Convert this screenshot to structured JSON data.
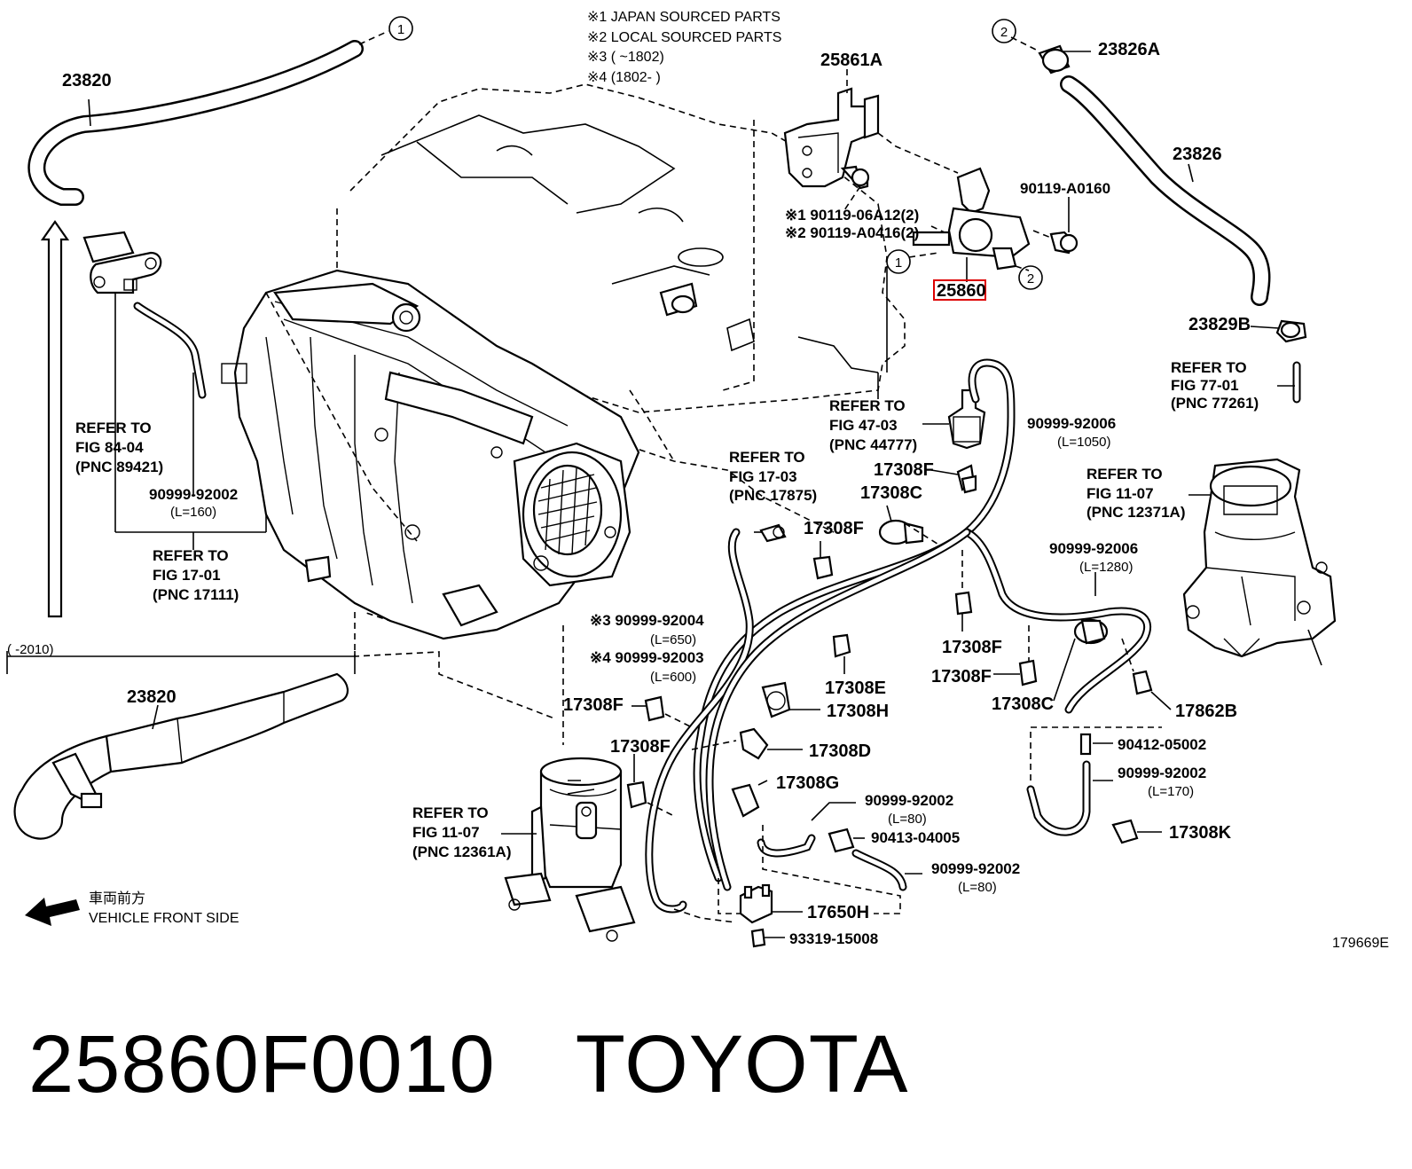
{
  "notes": {
    "n1": "※1 JAPAN SOURCED PARTS",
    "n2": "※2 LOCAL SOURCED PARTS",
    "n3": "※3 (      ~1802)",
    "n4": "※4 (1802-      )"
  },
  "callouts": [
    "1",
    "2",
    "1",
    "2"
  ],
  "labels": {
    "p23820_top": "23820",
    "p25861A": "25861A",
    "p23826A": "23826A",
    "p23826": "23826",
    "p90119_A0160": "90119-A0160",
    "p90119_06A12": "※1 90119-06A12(2)",
    "p90119_A0416": "※2 90119-A0416(2)",
    "p25860": "25860",
    "p23829B": "23829B",
    "ref77_a": "REFER TO",
    "ref77_b": "FIG 77-01",
    "ref77_c": "(PNC 77261)",
    "ref84_a": "REFER TO",
    "ref84_b": "FIG 84-04",
    "ref84_c": "(PNC 89421)",
    "p90999_92002_a": "90999-92002",
    "p90999_92002_a_len": "(L=160)",
    "ref1701_a": "REFER TO",
    "ref1701_b": "FIG 17-01",
    "ref1701_c": "(PNC 17111)",
    "ref4703_a": "REFER TO",
    "ref4703_b": "FIG 47-03",
    "ref4703_c": "(PNC 44777)",
    "p90999_92006_a": "90999-92006",
    "p90999_92006_a_len": "(L=1050)",
    "ref1703_a": "REFER TO",
    "ref1703_b": "FIG 17-03",
    "ref1703_c": "(PNC 17875)",
    "p17308F_1": "17308F",
    "p17308C_1": "17308C",
    "p17308F_2": "17308F",
    "ref1107r_a": "REFER TO",
    "ref1107r_b": "FIG 11-07",
    "ref1107r_c": "(PNC 12371A)",
    "p90999_92006_b": "90999-92006",
    "p90999_92006_b_len": "(L=1280)",
    "p90999_92004": "※3 90999-92004",
    "p90999_92004_len": "(L=650)",
    "p90999_92003": "※4 90999-92003",
    "p90999_92003_len": "(L=600)",
    "p17308F_3": "17308F",
    "p17308F_4": "17308F",
    "p17308E": "17308E",
    "p17308H": "17308H",
    "p17308C_2": "17308C",
    "p17862B": "17862B",
    "p17308F_5": "17308F",
    "p17308F_6": "17308F",
    "p17308D": "17308D",
    "p90412": "90412-05002",
    "p90999_92002_b": "90999-92002",
    "p90999_92002_b_len": "(L=170)",
    "p17308G": "17308G",
    "p90999_92002_c": "90999-92002",
    "p90999_92002_c_len": "(L=80)",
    "p90413": "90413-04005",
    "p17308K": "17308K",
    "p90999_92002_d": "90999-92002",
    "p90999_92002_d_len": "(L=80)",
    "p17650H": "17650H",
    "p93319": "93319-15008",
    "ref1107l_a": "REFER TO",
    "ref1107l_b": "FIG 11-07",
    "ref1107l_c": "(PNC 12361A)",
    "range2010": "(      -2010)",
    "p23820_bot": "23820",
    "front_jp": "車両前方",
    "front_en": "VEHICLE FRONT SIDE",
    "fig_id": "179669E"
  },
  "title": {
    "part_number": "25860F0010",
    "brand": "TOYOTA"
  }
}
